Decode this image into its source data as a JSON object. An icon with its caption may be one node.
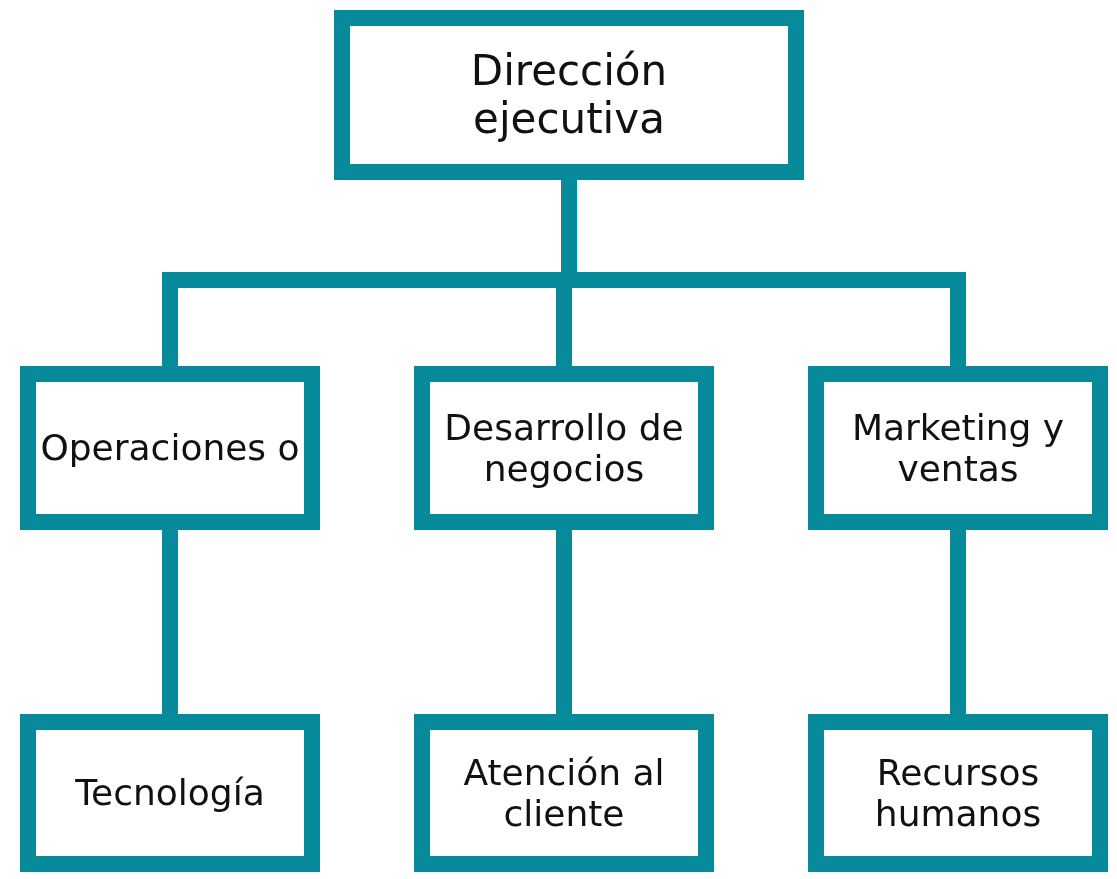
{
  "diagram": {
    "nodes": [
      {
        "text": [
          "Dirección ejecutiva"
        ]
      },
      {
        "text": [
          "Operaciones o"
        ]
      },
      {
        "text": [
          "Desarrollo de negocios"
        ]
      },
      {
        "text": [
          "Marketing y ventas"
        ]
      },
      {
        "text": [
          "Tecnología"
        ]
      },
      {
        "text": [
          "Atención al cliente"
        ]
      },
      {
        "text": [
          "Recursos humanos"
        ]
      }
    ],
    "edges": [
      {
        "from": 0,
        "to": 1,
        "arrow": "none"
      },
      {
        "from": 0,
        "to": 2,
        "arrow": "none"
      },
      {
        "from": 0,
        "to": 3,
        "arrow": "none"
      },
      {
        "from": 1,
        "to": 4,
        "arrow": "none"
      },
      {
        "from": 2,
        "to": 5,
        "arrow": "none"
      },
      {
        "from": 3,
        "to": 6,
        "arrow": "none"
      }
    ]
  }
}
